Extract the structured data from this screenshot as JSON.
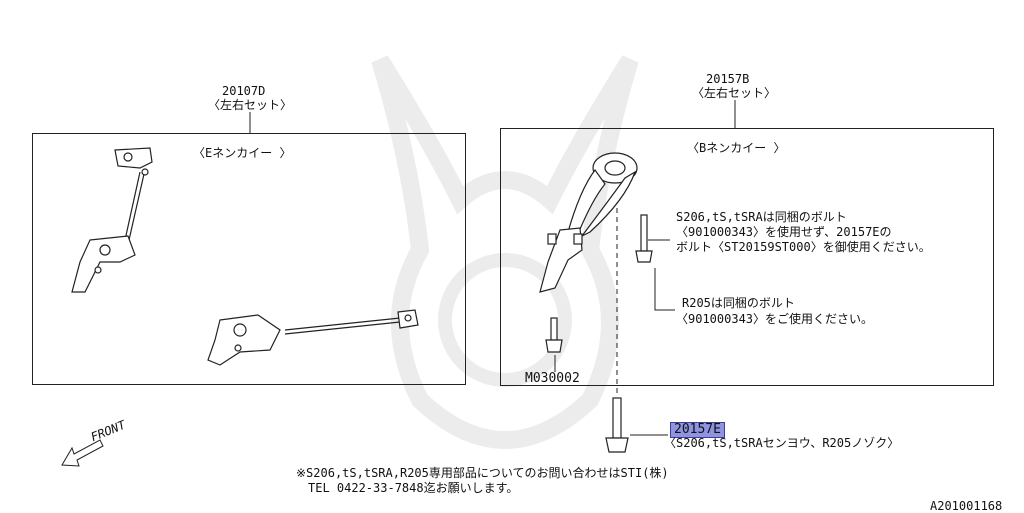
{
  "left_group": {
    "part_no": "20107D",
    "set_label": "〈左右セット〉",
    "variant": "〈Eネンカイー 〉"
  },
  "right_group": {
    "part_no": "20157B",
    "set_label": "〈左右セット〉",
    "variant": "〈Bネンカイー 〉",
    "note1": [
      "S206,tS,tSRAは同梱のボルト",
      "〈901000343〉を使用せず、20157Eの",
      "ボルト〈ST20159ST000〉を御使用ください。"
    ],
    "note2": [
      "R205は同梱のボルト",
      "〈901000343〉をご使用ください。"
    ],
    "ref_code": "M030002"
  },
  "bolt": {
    "part_no": "20157E",
    "note": "〈S206,tS,tSRAセンヨウ、R205ノゾク〉"
  },
  "front_label": "FRONT",
  "footer": {
    "line1": "※S206,tS,tSRA,R205専用部品についてのお問い合わせはSTI(株)",
    "line2": "TEL 0422-33-7848迄お願いします。"
  },
  "diagram_id": "A201001168",
  "colors": {
    "highlight": "#8f93e0",
    "line": "#222222"
  }
}
